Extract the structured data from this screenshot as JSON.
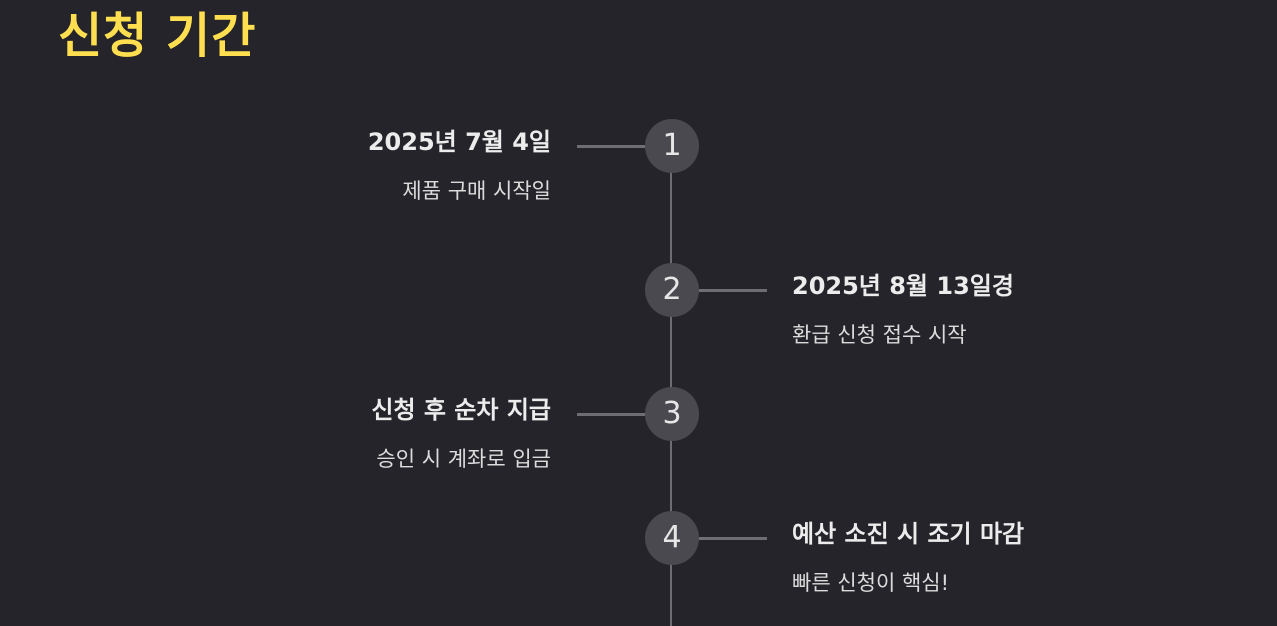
{
  "page": {
    "title": "신청 기간"
  },
  "timeline": {
    "steps": [
      {
        "number": "1",
        "side": "left",
        "title": "2025년 7월 4일",
        "description": "제품 구매 시작일"
      },
      {
        "number": "2",
        "side": "right",
        "title": "2025년 8월 13일경",
        "description": "환급 신청 접수 시작"
      },
      {
        "number": "3",
        "side": "left",
        "title": "신청 후 순차 지급",
        "description": "승인 시 계좌로 입금"
      },
      {
        "number": "4",
        "side": "right",
        "title": "예산 소진 시 조기 마감",
        "description": "빠른 신청이 핵심!"
      }
    ]
  },
  "colors": {
    "background": "#25242a",
    "title": "#ffdf4f",
    "marker": "#4a4950",
    "line": "#6e6d73",
    "text": "#ececec"
  }
}
